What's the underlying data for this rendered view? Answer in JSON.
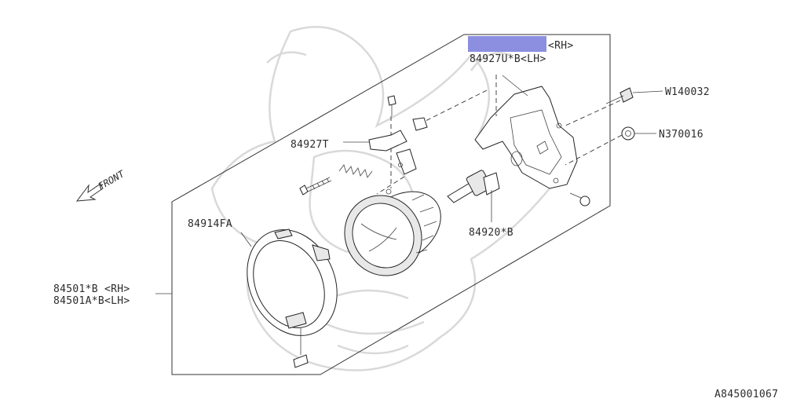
{
  "diagram": {
    "labels": {
      "bracket_rh": "<RH>",
      "bracket_lh": "84927U*B<LH>",
      "screw_top": "W140032",
      "nut": "N370016",
      "clip": "84927T",
      "ring": "84914FA",
      "bulb": "84920*B",
      "assy_rh": "84501*B <RH>",
      "assy_lh": "84501A*B<LH>",
      "front": "FRONT",
      "ref_code": "A845001067"
    },
    "redaction_color": "#8c8fe0"
  }
}
